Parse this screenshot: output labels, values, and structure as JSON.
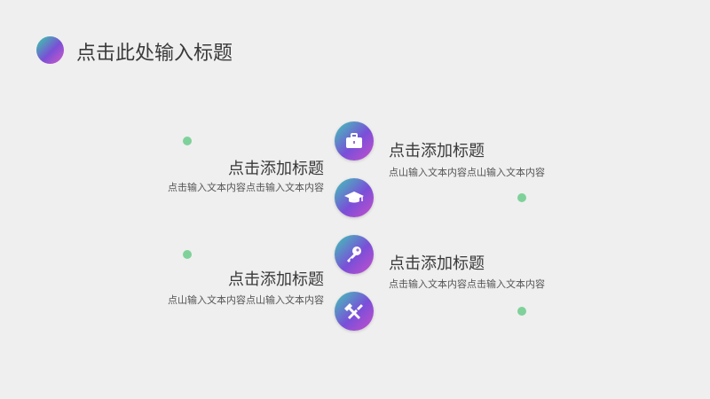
{
  "page": {
    "title": "点击此处输入标题"
  },
  "items": [
    {
      "title": "点击添加标题",
      "desc": "点山输入文本内容点山输入文本内容",
      "icon": "briefcase-icon"
    },
    {
      "title": "点击添加标题",
      "desc": "点击输入文本内容点击输入文本内容",
      "icon": "graduation-cap-icon"
    },
    {
      "title": "点击添加标题",
      "desc": "点击输入文本内容点击输入文本内容",
      "icon": "key-icon"
    },
    {
      "title": "点击添加标题",
      "desc": "点山输入文本内容点山输入文本内容",
      "icon": "tools-icon"
    }
  ],
  "colors": {
    "accent_green": "#7fd19a",
    "accent_purple": "#7a4fd8",
    "accent_teal": "#3ec9b6"
  }
}
